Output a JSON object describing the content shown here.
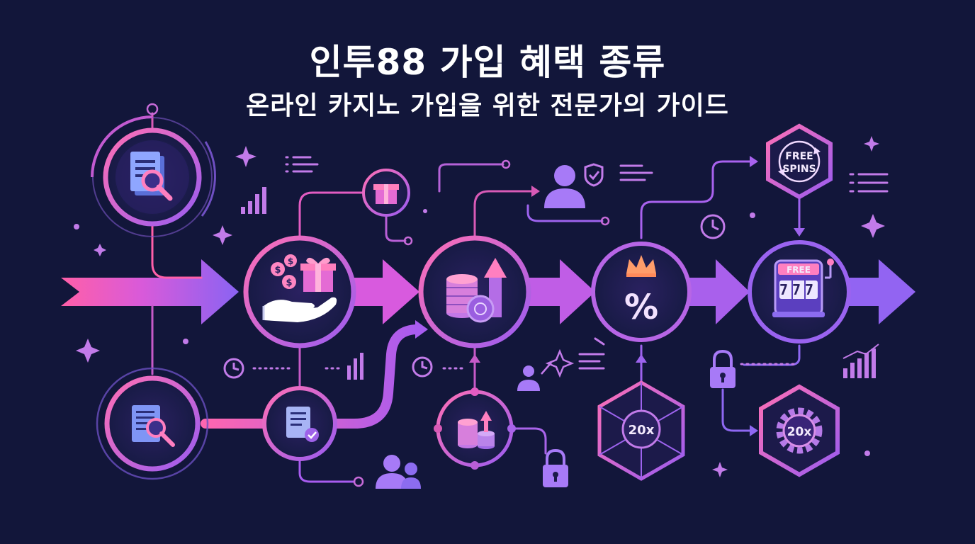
{
  "title": "인투88 가입 혜택 종류",
  "subtitle": "온라인 카지노 가입을 위한 전문가의 가이드",
  "labels": {
    "free_spins_top": "FREE",
    "free_spins_bottom": "SPINS",
    "slot_free": "FREE",
    "slot_digits": "777",
    "wager_left": "20x",
    "wager_right": "20x"
  },
  "icons": {
    "start": "document-search-icon",
    "welcome_bonus": "gift-money-hand-icon",
    "deposit_bonus": "coin-stack-arrow-icon",
    "vip_rebate": "crown-percent-icon",
    "free_spins": "slot-machine-icon",
    "free_spins_badge": "free-spins-badge-icon",
    "wager_left": "hexagon-20x-icon",
    "wager_right": "gear-20x-icon"
  },
  "colors": {
    "background": "#12163a",
    "pink": "#ff5fa8",
    "magenta": "#d95ad9",
    "purple": "#9b5cf0",
    "violet": "#7d6af5",
    "white": "#ffffff"
  }
}
